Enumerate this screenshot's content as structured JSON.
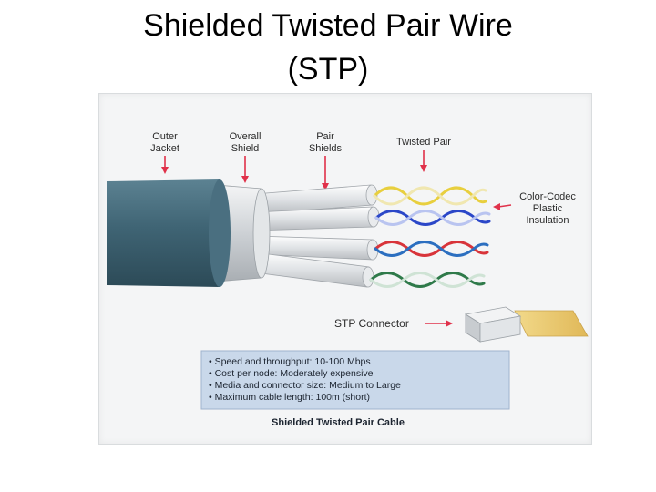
{
  "title_line1": "Shielded Twisted Pair Wire",
  "title_line2": "(STP)",
  "callouts": {
    "outer_jacket": [
      "Outer",
      "Jacket"
    ],
    "overall_shield": [
      "Overall",
      "Shield"
    ],
    "pair_shields": [
      "Pair",
      "Shields"
    ],
    "twisted_pair": "Twisted Pair",
    "insulation": [
      "Color-Codec",
      "Plastic",
      "Insulation"
    ],
    "connector": "STP Connector"
  },
  "specs": [
    "• Speed and throughput:  10-100 Mbps",
    "• Cost per node:  Moderately expensive",
    "• Media and connector size:  Medium to Large",
    "• Maximum cable length:  100m (short)"
  ],
  "caption": "Shielded Twisted Pair Cable",
  "colors": {
    "jacket": "#3f6474",
    "shield": "#d6d9dc",
    "arrow": "#e0314a",
    "pair_yellow": "#e8cf3e",
    "pair_blue": "#2b47c8",
    "pair_red": "#d8343a",
    "pair_green": "#2f7a4a",
    "spec_box": "#c9d8ea",
    "connector_tape": "#e6c369"
  }
}
